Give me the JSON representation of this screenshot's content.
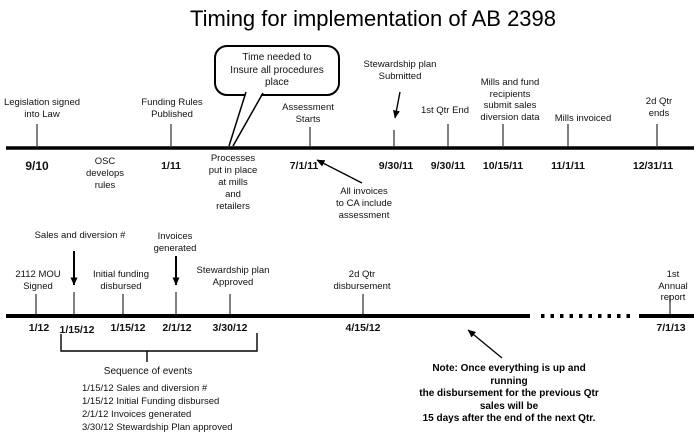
{
  "title": "Timing for implementation of AB 2398",
  "colors": {
    "background": "#ffffff",
    "line": "#000000",
    "tick": "#555555",
    "text": "#111111"
  },
  "callout": {
    "text": "Time needed to\nInsure all procedures\nplace"
  },
  "timeline1": {
    "events": {
      "legislation": {
        "label": "Legislation signed\ninto Law",
        "date": "9/10"
      },
      "funding": {
        "label": "Funding Rules\nPublished",
        "date": "1/11"
      },
      "assessment": {
        "label": "Assessment\nStarts",
        "date": "7/1/11"
      },
      "stewardship_submitted": {
        "label": "Stewardship plan\nSubmitted",
        "date": "9/30/11"
      },
      "qtr1_end": {
        "label": "1st Qtr End",
        "date": "9/30/11"
      },
      "mills_fund": {
        "label": "Mills and fund\nrecipients\nsubmit sales\ndiversion  data",
        "date": "10/15/11"
      },
      "mills_invoiced": {
        "label": "Mills invoiced",
        "date": "11/1/11"
      },
      "qtr2_ends": {
        "label": "2d Qtr\nends",
        "date": "12/31/11"
      }
    },
    "annotations": {
      "osc": "OSC\ndevelops\nrules",
      "processes": "Processes\nput in place\nat mills\nand\nretailers",
      "all_invoices": "All invoices\nto CA include\nassessment"
    }
  },
  "timeline2": {
    "events": {
      "mou": {
        "label": "2112 MOU\nSigned",
        "date": "1/12"
      },
      "sales_diversion": {
        "label": "Sales and diversion #",
        "date": "1/15/12"
      },
      "initial_funding": {
        "label": "Initial funding\ndisbursed",
        "date": "1/15/12"
      },
      "invoices_generated": {
        "label": "Invoices\ngenerated",
        "date": "2/1/12"
      },
      "stewardship_approved": {
        "label": "Stewardship plan\nApproved",
        "date": "3/30/12"
      },
      "qtr2_disbursement": {
        "label": "2d Qtr\ndisbursement",
        "date": "4/15/12"
      },
      "annual_report": {
        "label": "1st Annual\nreport",
        "date": "7/1/13"
      }
    },
    "sequence": {
      "header": "Sequence of events",
      "items": [
        "1/15/12 Sales and diversion #",
        "1/15/12 Initial Funding disbursed",
        "2/1/12 Invoices generated",
        "3/30/12 Stewardship Plan approved"
      ]
    },
    "note": "Note: Once everything is up and running\nthe disbursement for the previous Qtr sales will be\n15 days after the end of the next Qtr."
  }
}
